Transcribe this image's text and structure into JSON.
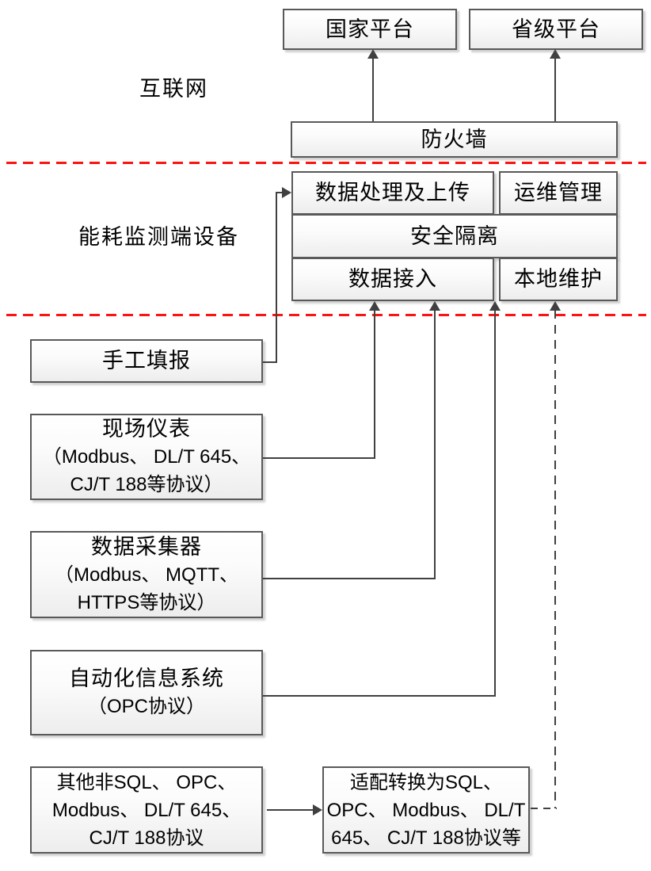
{
  "section_labels": {
    "internet": "互联网",
    "device_zone": "能耗监测端设备"
  },
  "boxes": {
    "national_platform": {
      "label": "国家平台"
    },
    "provincial_platform": {
      "label": "省级平台"
    },
    "firewall": {
      "label": "防火墙"
    },
    "data_processing_upload": {
      "label": "数据处理及上传"
    },
    "ops_management": {
      "label": "运维管理"
    },
    "security_isolation": {
      "label": "安全隔离"
    },
    "data_access": {
      "label": "数据接入"
    },
    "local_maintenance": {
      "label": "本地维护"
    },
    "manual_entry": {
      "label": "手工填报"
    },
    "field_instruments": {
      "lines": [
        "现场仪表",
        "（Modbus、 DL/T 645、",
        "CJ/T 188等协议）"
      ]
    },
    "data_collector": {
      "lines": [
        "数据采集器",
        "（Modbus、 MQTT、",
        "HTTPS等协议）"
      ]
    },
    "automation_system": {
      "lines": [
        "自动化信息系统",
        "（OPC协议）"
      ]
    },
    "other_protocols": {
      "lines": [
        "其他非SQL、 OPC、",
        "Modbus、 DL/T 645、",
        "CJ/T 188协议"
      ]
    },
    "protocol_adapter": {
      "lines": [
        "适配转换为SQL、",
        "OPC、 Modbus、 DL/T",
        "645、 CJ/T 188协议等"
      ]
    }
  },
  "colors": {
    "boundary_red": "#fb1410",
    "connector_gray": "#404040",
    "box_border_gray": "#595959"
  }
}
